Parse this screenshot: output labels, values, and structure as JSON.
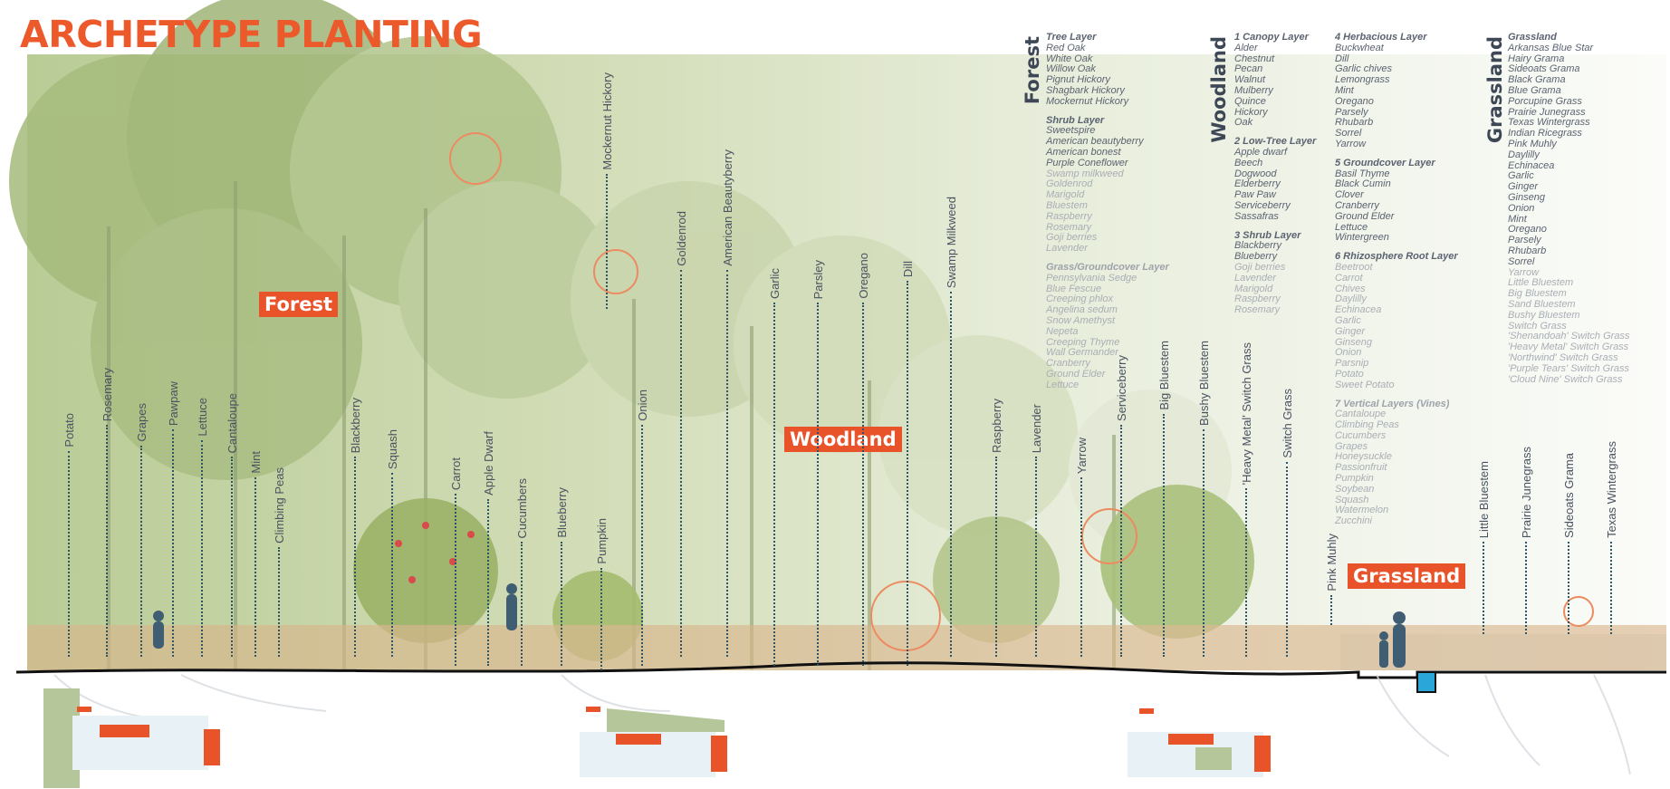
{
  "title": "ARCHETYPE PLANTING",
  "zones": {
    "forest": "Forest",
    "woodland": "Woodland",
    "grassland": "Grassland"
  },
  "colors": {
    "accent": "#e9532a",
    "title": "#ec5a2b",
    "line": "#2d5566"
  },
  "plant_labels": [
    "Potato",
    "Rosemary",
    "Grapes",
    "Pawpaw",
    "Lettuce",
    "Cantaloupe",
    "Mint",
    "Climbing Peas",
    "Blackberry",
    "Squash",
    "Carrot",
    "Apple Dwarf",
    "Cucumbers",
    "Blueberry",
    "Pumpkin",
    "Onion",
    "Mockernut Hickory",
    "Goldenrod",
    "American Beautyberry",
    "Garlic",
    "Parsley",
    "Oregano",
    "Dill",
    "Swamp Milkweed",
    "Raspberry",
    "Lavender",
    "Yarrow",
    "Serviceberry",
    "Big Bluestem",
    "Bushy Bluestem",
    "'Heavy Metal' Switch Grass",
    "Switch Grass",
    "Pink Muhly",
    "Little Bluestem",
    "Prairie Junegrass",
    "Sideoats Grama",
    "Texas Wintergrass"
  ],
  "legend": {
    "forest": {
      "title": "Forest",
      "sections": [
        {
          "heading": "Tree Layer",
          "items": [
            "Red Oak",
            "White Oak",
            "Willow Oak",
            "Pignut Hickory",
            "Shagbark Hickory",
            "Mockernut Hickory"
          ],
          "light_items": []
        },
        {
          "heading": "Shrub Layer",
          "items": [
            "Sweetspire",
            "American beautyberry",
            "American bonest",
            "Purple Coneflower"
          ],
          "light_items": [
            "Swamp milkweed",
            "Goldenrod",
            "Marigold",
            "Bluestem",
            "Raspberry",
            "Rosemary",
            "Goji berries",
            "Lavender"
          ]
        },
        {
          "heading": "Grass/Groundcover Layer",
          "light_heading": true,
          "items": [],
          "light_items": [
            "Pennsylvania Sedge",
            "Blue Fescue",
            "Creeping phlox",
            "Angelina sedum",
            "Snow Amethyst",
            "Nepeta",
            "Creeping Thyme",
            "Wall Germander",
            "Cranberry",
            "Ground Elder",
            "Lettuce"
          ]
        }
      ]
    },
    "woodland_a": {
      "title": "Woodland",
      "sections": [
        {
          "heading": "1 Canopy Layer",
          "items": [
            "Alder",
            "Chestnut",
            "Pecan",
            "Walnut",
            "Mulberry",
            "Quince",
            "Hickory",
            "Oak"
          ],
          "light_items": []
        },
        {
          "heading": "2 Low-Tree Layer",
          "items": [
            "Apple dwarf",
            "Beech",
            "Dogwood",
            "Elderberry",
            "Paw Paw",
            "Serviceberry",
            "Sassafras"
          ],
          "light_items": []
        },
        {
          "heading": "3 Shrub Layer",
          "items": [
            "Blackberry",
            "Blueberry"
          ],
          "light_items": [
            "Goji berries",
            "Lavender",
            "Marigold",
            "Raspberry",
            "Rosemary"
          ]
        }
      ]
    },
    "woodland_b": {
      "sections": [
        {
          "heading": "4 Herbacious Layer",
          "items": [
            "Buckwheat",
            "Dill",
            "Garlic chives",
            "Lemongrass",
            "Mint",
            "Oregano",
            "Parsely",
            "Rhubarb",
            "Sorrel",
            "Yarrow"
          ],
          "light_items": []
        },
        {
          "heading": "5 Groundcover Layer",
          "items": [
            "Basil Thyme",
            "Black Cumin",
            "Clover",
            "Cranberry",
            "Ground Elder",
            "Lettuce",
            "Wintergreen"
          ],
          "light_items": []
        },
        {
          "heading": "6 Rhizosphere Root Layer",
          "items": [],
          "light_items": [
            "Beetroot",
            "Carrot",
            "Chives",
            "Daylilly",
            "Echinacea",
            "Garlic",
            "Ginger",
            "Ginseng",
            "Onion",
            "Parsnip",
            "Potato",
            "Sweet Potato"
          ]
        },
        {
          "heading": "7 Vertical Layers (Vines)",
          "light_heading": true,
          "items": [],
          "light_items": [
            "Cantaloupe",
            "Climbing Peas",
            "Cucumbers",
            "Grapes",
            "Honeysuckle",
            "Passionfruit",
            "Pumpkin",
            "Soybean",
            "Squash",
            "Watermelon",
            "Zucchini"
          ]
        }
      ]
    },
    "grassland": {
      "title": "Grassland",
      "sections": [
        {
          "heading": "Grassland",
          "items": [
            "Arkansas Blue Star",
            "Hairy Grama",
            "Sideoats Grama",
            "Black Grama",
            "Blue Grama",
            "Porcupine Grass",
            "Prairie Junegrass",
            "Texas Wintergrass",
            "Indian Ricegrass",
            "Pink Muhly",
            "Daylilly",
            "Echinacea",
            "Garlic",
            "Ginger",
            "Ginseng",
            "Onion",
            "Mint",
            "Oregano",
            "Parsely",
            "Rhubarb",
            "Sorrel"
          ],
          "light_items": [
            "Yarrow",
            "Little Bluestem",
            "Big Bluestem",
            "Sand Bluestem",
            "Bushy Bluestem",
            "Switch Grass",
            "'Shenandoah' Switch Grass",
            "'Heavy Metal' Switch Grass",
            "'Northwind' Switch Grass",
            "'Purple Tears' Switch Grass",
            "'Cloud Nine' Switch Grass"
          ]
        }
      ]
    }
  }
}
